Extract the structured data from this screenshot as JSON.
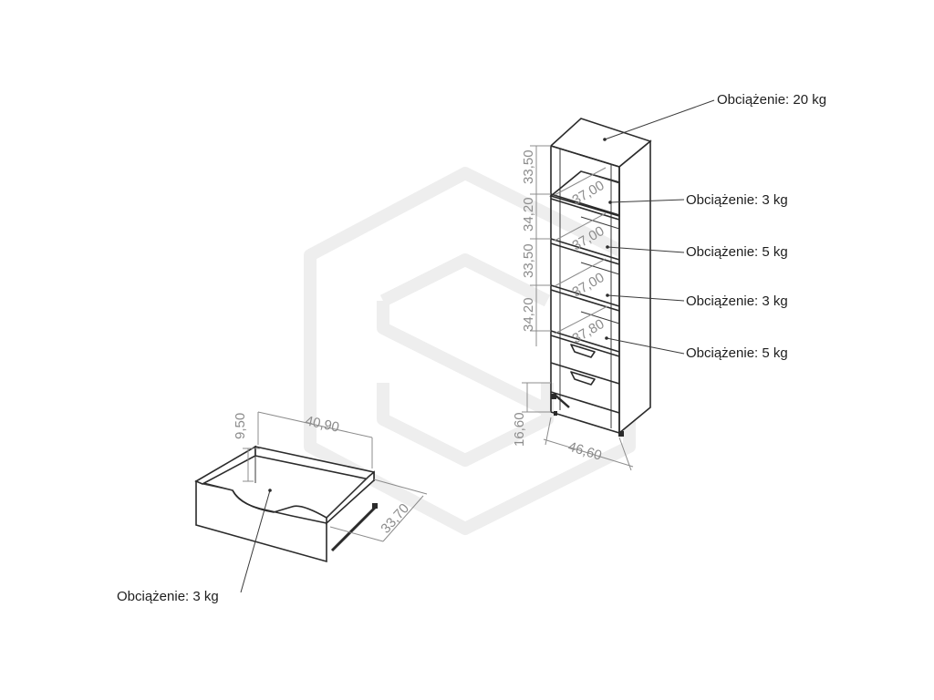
{
  "load_labels": {
    "top": "Obciążenie: 20 kg",
    "shelf1": "Obciążenie: 3 kg",
    "shelf2": "Obciążenie: 5 kg",
    "shelf3": "Obciążenie: 3 kg",
    "shelf4": "Obciążenie: 5 kg",
    "drawer": "Obciążenie: 3 kg"
  },
  "cabinet_dims": {
    "height1": "33,50",
    "height2": "34,20",
    "height3": "33,50",
    "height4": "34,20",
    "base_height": "16,60",
    "width": "46,60",
    "depth1": "37,00",
    "depth2": "37,00",
    "depth3": "37,00",
    "depth4": "37,80"
  },
  "drawer_dims": {
    "height": "9,50",
    "width": "40,90",
    "depth": "33,70"
  }
}
